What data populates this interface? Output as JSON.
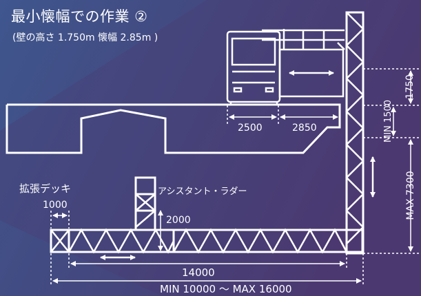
{
  "colors": {
    "bg_left": "#3d5289",
    "bg_right": "#4b3a72",
    "line": "#ffffff"
  },
  "title": "最小懐幅での作業 ②",
  "subtitle": "(壁の高さ 1.750m 懐幅 2.85m )",
  "labels": {
    "deck_caption": "拡張デッキ",
    "deck_width": "1000",
    "assistant_ladder": "アシスタント・ラダー",
    "ladder_height": "2000",
    "span_14000": "14000",
    "min_max_range": "MIN 10000 ～ MAX 16000",
    "dim_2500": "2500",
    "dim_2850": "2850",
    "dim_1750": "1750",
    "dim_min_1500": "MIN 1500",
    "dim_max_7300": "MAX 7300"
  }
}
